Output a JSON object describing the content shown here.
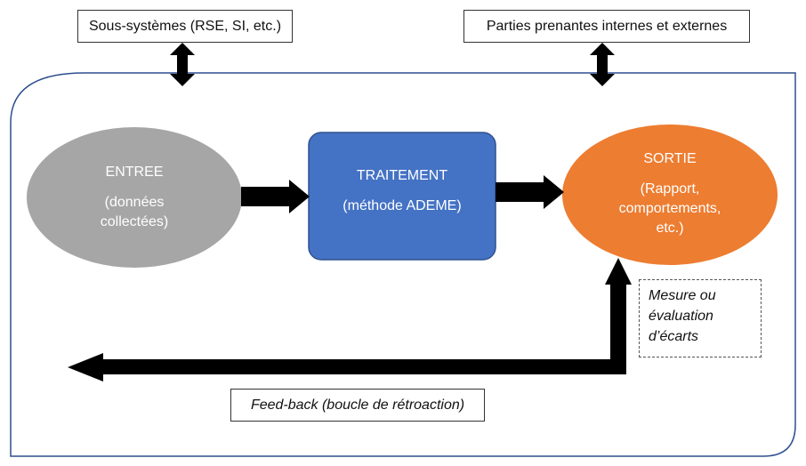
{
  "labels": {
    "subsystems": "Sous-systèmes (RSE, SI, etc.)",
    "stakeholders": "Parties prenantes internes et externes"
  },
  "nodes": {
    "input": {
      "title": "ENTREE",
      "line1": "(données",
      "line2": "collectées)",
      "color": "#a6a6a6"
    },
    "process": {
      "title": "TRAITEMENT",
      "detail": "(méthode ADEME)",
      "color": "#4472c4"
    },
    "output": {
      "title": "SORTIE",
      "line1": "(Rapport,",
      "line2": "comportements,",
      "line3": "etc.)",
      "color": "#ed7d31"
    }
  },
  "measure": {
    "line1": "Mesure ou",
    "line2": "évaluation",
    "line3": "d’écarts"
  },
  "feedback": {
    "label": "Feed-back (boucle de rétroaction)"
  },
  "colors": {
    "frame": "#2f4f8f",
    "arrow": "#000000"
  }
}
